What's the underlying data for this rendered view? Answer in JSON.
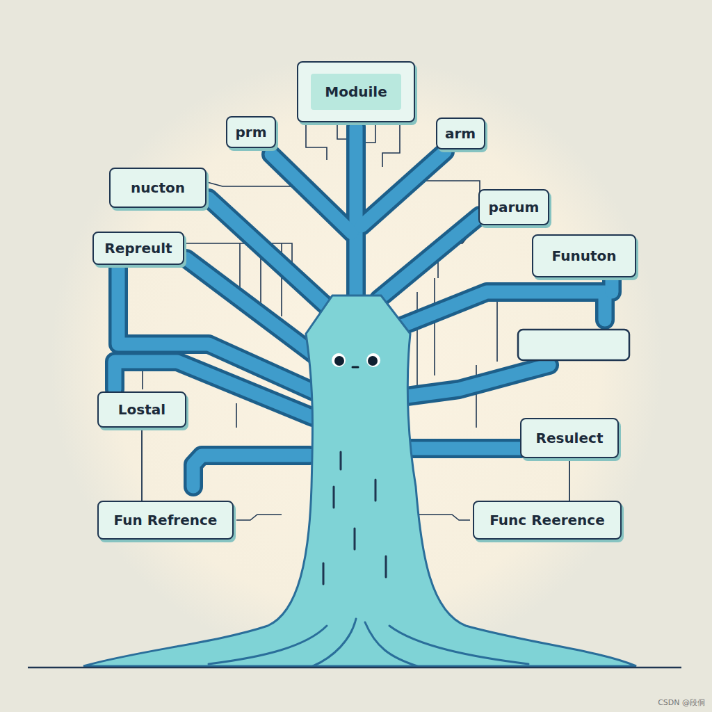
{
  "diagram": {
    "nodes": [
      {
        "text": [
          "Moduile"
        ]
      },
      {
        "text": [
          "prm"
        ]
      },
      {
        "text": [
          "arm"
        ]
      },
      {
        "text": [
          "nucton"
        ]
      },
      {
        "text": [
          "parum"
        ]
      },
      {
        "text": [
          "Repreult"
        ]
      },
      {
        "text": [
          "Funuton"
        ]
      },
      {
        "text": [
          "Lostal"
        ]
      },
      {
        "text": [
          "Resulect"
        ]
      },
      {
        "text": [
          "Fun Refrence"
        ]
      },
      {
        "text": [
          "Func Reerence"
        ]
      }
    ],
    "edges": [
      {
        "from": 7,
        "to": 9,
        "arrow": "none"
      },
      {
        "from": 8,
        "to": 10,
        "arrow": "none"
      }
    ],
    "labels": [
      "CSDN @段侗"
    ]
  }
}
